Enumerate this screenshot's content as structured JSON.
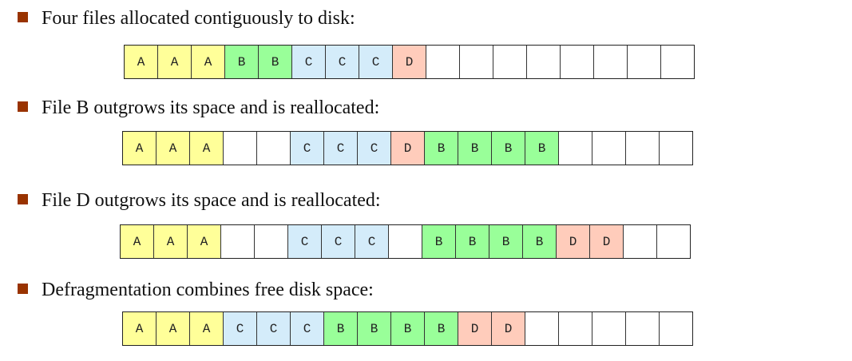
{
  "colors": {
    "A": "#ffff99",
    "B": "#99ff99",
    "C": "#d4ecfa",
    "D": "#ffccbb",
    "": "#ffffff",
    "bullet": "#993300"
  },
  "steps": [
    {
      "label": "Four files allocated contiguously to disk:",
      "blocks": [
        "A",
        "A",
        "A",
        "B",
        "B",
        "C",
        "C",
        "C",
        "D",
        "",
        "",
        "",
        "",
        "",
        "",
        "",
        ""
      ]
    },
    {
      "label": "File B outgrows its space and is reallocated:",
      "blocks": [
        "A",
        "A",
        "A",
        "",
        "",
        "C",
        "C",
        "C",
        "D",
        "B",
        "B",
        "B",
        "B",
        "",
        "",
        "",
        ""
      ]
    },
    {
      "label": "File D outgrows its space and is reallocated:",
      "blocks": [
        "A",
        "A",
        "A",
        "",
        "",
        "C",
        "C",
        "C",
        "",
        "B",
        "B",
        "B",
        "B",
        "D",
        "D",
        "",
        ""
      ]
    },
    {
      "label": "Defragmentation combines free disk space:",
      "blocks": [
        "A",
        "A",
        "A",
        "C",
        "C",
        "C",
        "B",
        "B",
        "B",
        "B",
        "D",
        "D",
        "",
        "",
        "",
        "",
        ""
      ]
    }
  ]
}
